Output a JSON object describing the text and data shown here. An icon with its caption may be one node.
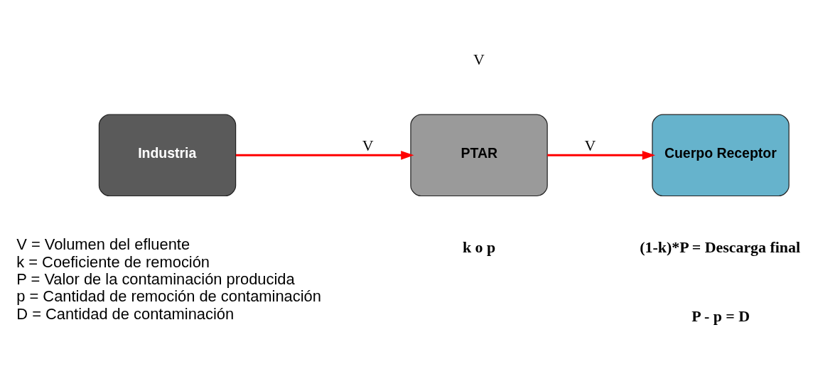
{
  "diagram": {
    "nodes": [
      {
        "text": [
          "Industria"
        ]
      },
      {
        "text": [
          "PTAR"
        ],
        "beside": [
          "V",
          "k o p"
        ]
      },
      {
        "text": [
          "Cuerpo Receptor"
        ],
        "beside": [
          "(1-k)*P = Descarga final",
          "P - p = D"
        ]
      }
    ],
    "edges": [
      {
        "from": 0,
        "to": 1,
        "arrow": "to",
        "label": "V"
      },
      {
        "from": 1,
        "to": 2,
        "arrow": "to",
        "label": "V"
      }
    ],
    "labels": [
      "V = Volumen del efluente",
      "k = Coeficiente de remoción",
      "P = Valor de la contaminación producida",
      "p = Cantidad de remoción de contaminación",
      "D = Cantidad de contaminación"
    ]
  }
}
